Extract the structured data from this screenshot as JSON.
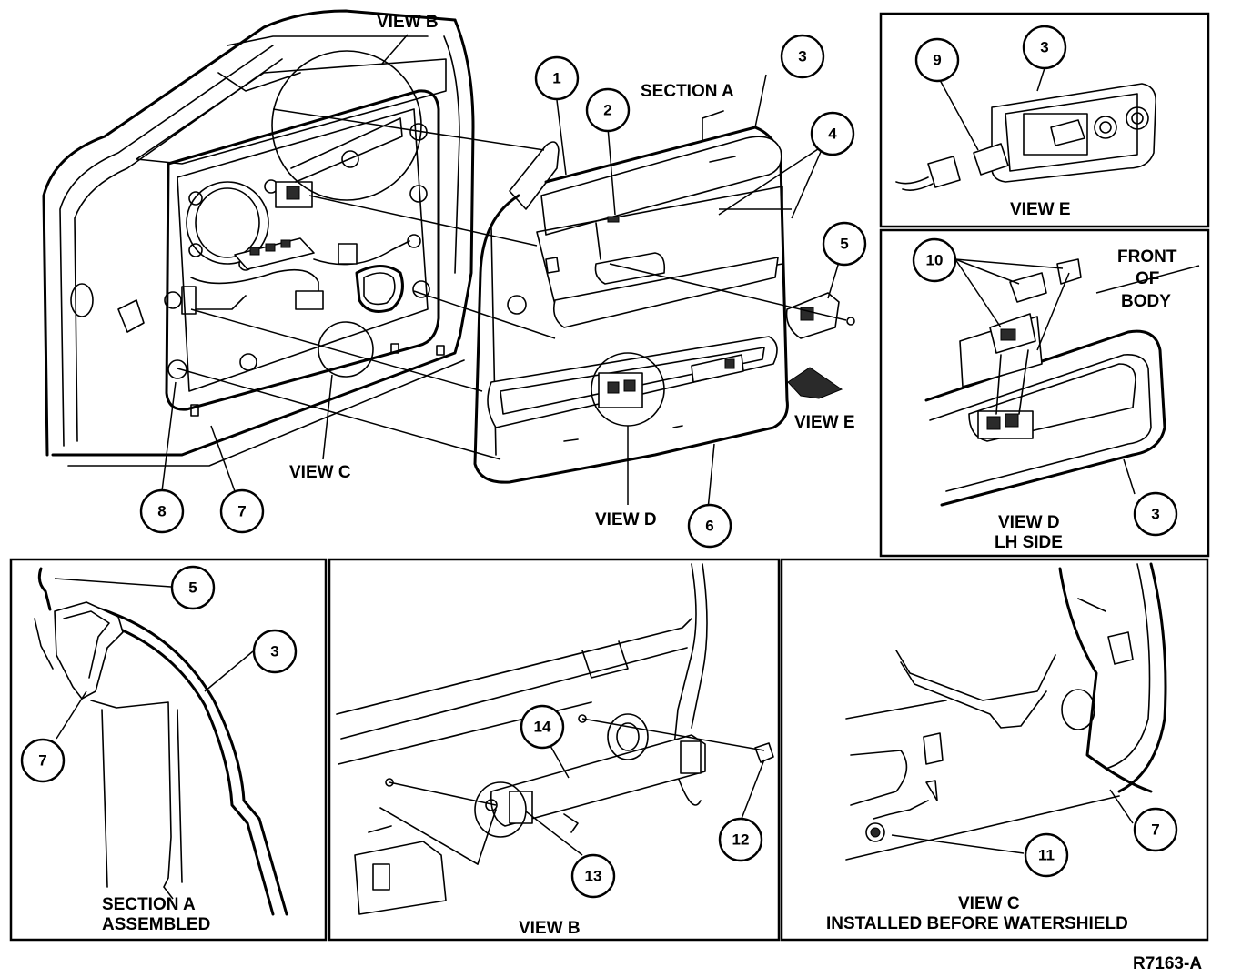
{
  "figure_code": "R7163-A",
  "labels": {
    "view_b_main": "VIEW B",
    "section_a": "SECTION A",
    "view_c_main": "VIEW C",
    "view_d_main": "VIEW D",
    "view_e_main": "VIEW E",
    "view_e_panel": "VIEW E",
    "front_of_body_1": "FRONT",
    "front_of_body_2": "OF",
    "front_of_body_3": "BODY",
    "view_d_panel_1": "VIEW D",
    "view_d_panel_2": "LH SIDE",
    "section_a_panel_1": "SECTION A",
    "section_a_panel_2": "ASSEMBLED",
    "view_b_panel": "VIEW B",
    "view_c_panel_1": "VIEW C",
    "view_c_panel_2": "INSTALLED BEFORE WATERSHIELD"
  },
  "callouts": {
    "c1": "1",
    "c2": "2",
    "c3_main": "3",
    "c4": "4",
    "c5_main": "5",
    "c6": "6",
    "c7_main": "7",
    "c8": "8",
    "c9": "9",
    "c3_view_e": "3",
    "c10": "10",
    "c3_view_d": "3",
    "c5_sec_a": "5",
    "c3_sec_a": "3",
    "c7_sec_a": "7",
    "c14": "14",
    "c12": "12",
    "c13": "13",
    "c11": "11",
    "c7_view_c": "7"
  }
}
